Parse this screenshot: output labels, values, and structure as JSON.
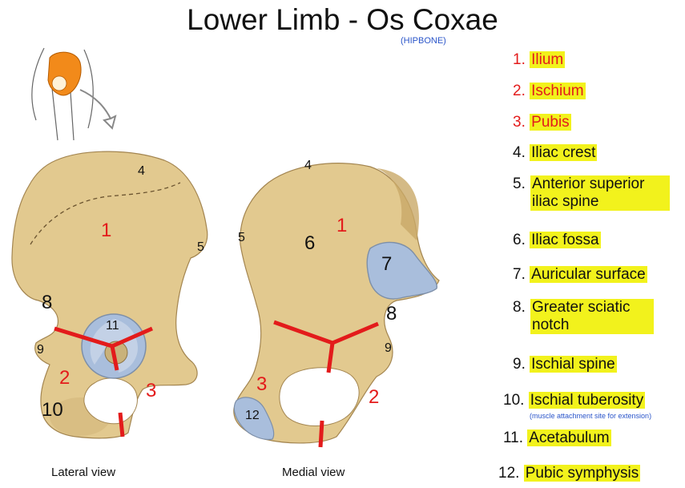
{
  "title": "Lower Limb - Os Coxae",
  "subtitle": "(HIPBONE)",
  "colors": {
    "red": "#e31b1b",
    "highlight": "#f2f21c",
    "bone": "#e2c98f",
    "cartilage": "#a9bedc"
  },
  "legend": [
    {
      "num": "1.",
      "text": "Ilium"
    },
    {
      "num": "2.",
      "text": "Ischium"
    },
    {
      "num": "3.",
      "text": "Pubis"
    },
    {
      "num": "4.",
      "text": "Iliac crest"
    },
    {
      "num": "5.",
      "text": "Anterior superior iliac spine"
    },
    {
      "num": "6.",
      "text": "Iliac fossa"
    },
    {
      "num": "7.",
      "text": "Auricular surface"
    },
    {
      "num": "8.",
      "text": "Greater sciatic notch"
    },
    {
      "num": "9.",
      "text": "Ischial spine"
    },
    {
      "num": "10.",
      "text": "Ischial tuberosity"
    },
    {
      "num": "11.",
      "text": "Acetabulum"
    },
    {
      "num": "12.",
      "text": "Pubic symphysis"
    }
  ],
  "legend_note": "(muscle attachment site for extension)",
  "lateral": {
    "caption": "Lateral view",
    "markers": [
      "4",
      "1",
      "5",
      "8",
      "11",
      "9",
      "2",
      "3",
      "10"
    ]
  },
  "medial": {
    "caption": "Medial view",
    "markers": [
      "4",
      "5",
      "6",
      "1",
      "7",
      "8",
      "9",
      "3",
      "2",
      "12"
    ]
  }
}
